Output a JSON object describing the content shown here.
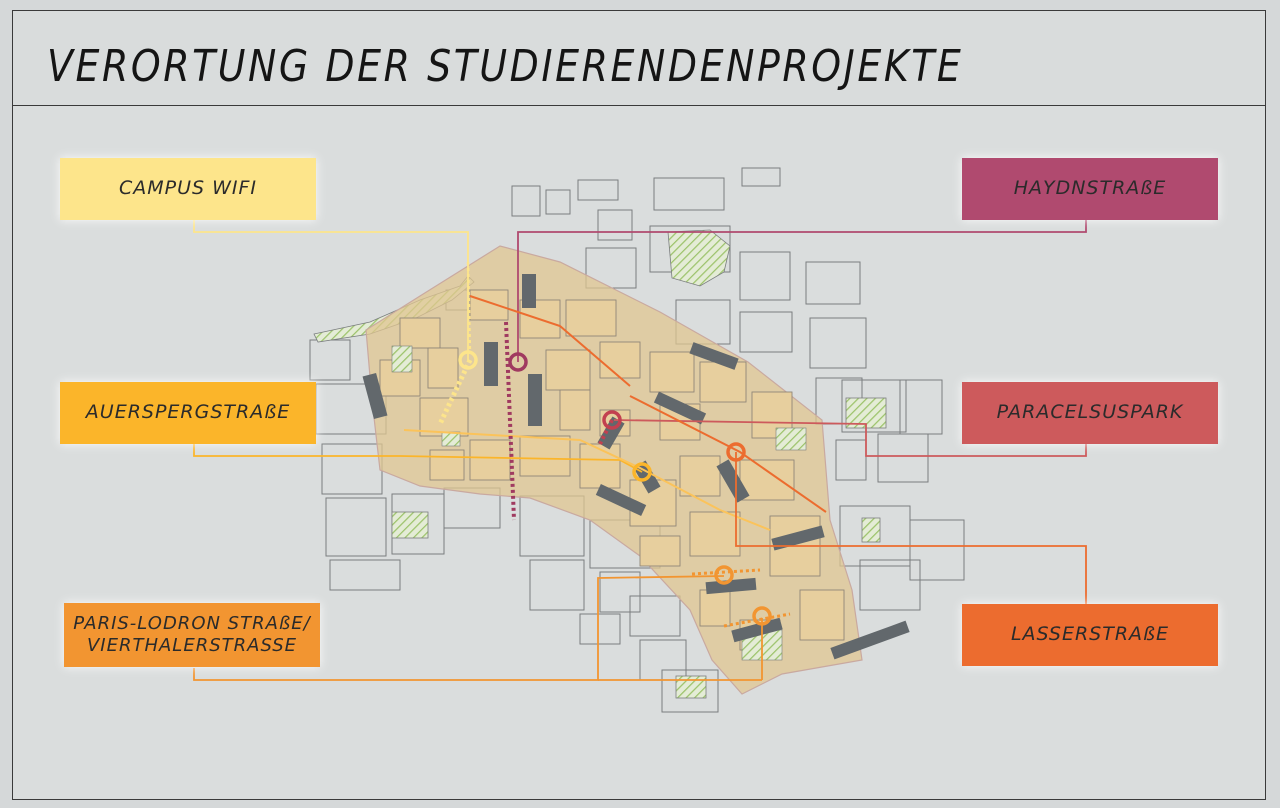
{
  "title": "VERORTUNG DER STUDIERENDENPROJEKTE",
  "colors": {
    "background": "#d5d8d9",
    "campus_wifi": "#fde58b",
    "auerspergstrasse": "#fbb52a",
    "paris_lodron": "#f29531",
    "haydnstrasse": "#b04a6f",
    "paracelsuspark": "#cd5a5c",
    "lasserstrasse": "#ec6c2f",
    "district_fill": "#e0c690",
    "green_hatch": "#9cc36a"
  },
  "projects": {
    "campus_wifi": "CAMPUS WIFI",
    "auerspergstrasse": "AUERSPERGSTRAßE",
    "paris_lodron_line1": "PARIS-LODRON STRAßE/",
    "paris_lodron_line2": "VIERTHALERSTRASSE",
    "haydnstrasse": "HAYDNSTRAßE",
    "paracelsuspark": "PARACELSUSPARK",
    "lasserstrasse": "LASSERSTRAßE"
  }
}
